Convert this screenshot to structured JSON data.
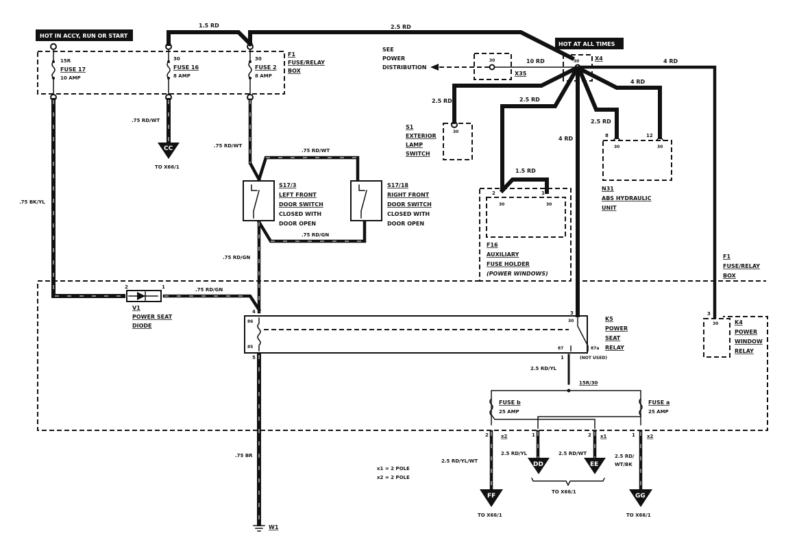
{
  "banners": {
    "hot_accy": "HOT IN ACCY, RUN OR START",
    "hot_all_times": "HOT AT ALL TIMES"
  },
  "fuse_box": {
    "id": "F1",
    "name_line1": "FUSE/RELAY",
    "name_line2": "BOX",
    "fuse17": {
      "terminal": "15R",
      "name": "FUSE 17",
      "rating": "10 AMP"
    },
    "fuse16": {
      "terminal": "30",
      "name": "FUSE 16",
      "rating": "8 AMP"
    },
    "fuse2": {
      "terminal": "30",
      "name": "FUSE 2",
      "rating": "8 AMP"
    }
  },
  "wires": {
    "top_1_5": "1.5 RD",
    "top_2_5": "2.5 RD",
    "x35_10": "10 RD",
    "right_4_top": "4 RD",
    "abs_4": "4 RD",
    "s1_2_5": "2.5 RD",
    "f16_2_5": "2.5 RD",
    "relay_4": "4 RD",
    "abs_2_5": "2.5 RD",
    "f16_1_5": "1.5 RD",
    "cc_wire": ".75 RD/WT",
    "fuse2_down": ".75 RD/WT",
    "switch_top": ".75 RD/WT",
    "switch_bottom": ".75 RD/GN",
    "left_bk_yl": ".75 BK/YL",
    "switch_down": ".75 RD/GN",
    "diode_out": ".75 RD/GN",
    "ground": ".75 BR",
    "relay_out": "2.5 RD/YL",
    "ff_wire": "2.5 RD/YL/WT",
    "dd_wire": "2.5 RD/YL",
    "ee_wire": "2.5 RD/WT",
    "gg_wire_1": "2.5 RD/",
    "gg_wire_2": "WT/BK"
  },
  "power_dist": {
    "line1": "SEE",
    "line2": "POWER",
    "line3": "DISTRIBUTION",
    "x35_label": "X35",
    "x35_terminal": "30",
    "x4_label": "X4",
    "x4_terminal": "30"
  },
  "components": {
    "s1": {
      "id": "S1",
      "lines": [
        "EXTERIOR",
        "LAMP",
        "SWITCH"
      ],
      "terminal": "30"
    },
    "n31": {
      "id": "N31",
      "lines": [
        "ABS HYDRAULIC",
        "UNIT"
      ],
      "pin_a": "8",
      "pin_b": "12",
      "term_a": "30",
      "term_b": "30"
    },
    "f16": {
      "id": "F16",
      "lines": [
        "AUXILIARY",
        "FUSE HOLDER",
        "(POWER WINDOWS)"
      ],
      "pin_a": "2",
      "pin_b": "1",
      "term_a": "30",
      "term_b": "30"
    },
    "s17_3": {
      "id": "S17/3",
      "lines": [
        "LEFT FRONT",
        "DOOR SWITCH",
        "CLOSED WITH",
        "DOOR OPEN"
      ]
    },
    "s17_18": {
      "id": "S17/18",
      "lines": [
        "RIGHT FRONT",
        "DOOR SWITCH",
        "CLOSED WITH",
        "DOOR OPEN"
      ]
    },
    "v1": {
      "id": "V1",
      "lines": [
        "POWER SEAT",
        "DIODE"
      ],
      "pin_left": "2",
      "pin_right": "1"
    },
    "k5": {
      "id": "K5",
      "lines": [
        "POWER",
        "SEAT",
        "RELAY"
      ],
      "pin_86": "86",
      "pin_85": "85",
      "pin_30": "30",
      "pin_87": "87",
      "pin_87a": "87a",
      "pos4": "4",
      "pos5": "5",
      "pos3": "3",
      "pos1": "1",
      "not_used": "(NOT USED)"
    },
    "f1_right": {
      "id": "F1",
      "lines": [
        "FUSE/RELAY",
        "BOX"
      ]
    },
    "k4": {
      "id": "K4",
      "lines": [
        "POWER",
        "WINDOW",
        "RELAY"
      ],
      "pin": "3",
      "terminal": "30"
    }
  },
  "fuses_lower": {
    "junction": "15R/30",
    "fuse_b": {
      "name": "FUSE b",
      "rating": "25 AMP"
    },
    "fuse_a": {
      "name": "FUSE a",
      "rating": "25 AMP"
    }
  },
  "connectors": {
    "cc": {
      "code": "CC",
      "dest": "TO X66/1"
    },
    "ff": {
      "code": "FF",
      "dest": "TO X66/1",
      "pin": "2",
      "conn": "x2"
    },
    "dd": {
      "code": "DD",
      "pin": "1"
    },
    "ee": {
      "code": "EE",
      "pin": "2",
      "conn": "x1"
    },
    "dd_ee_dest": "TO X66/1",
    "gg": {
      "code": "GG",
      "dest": "TO X66/1",
      "pin": "1",
      "conn": "x2"
    },
    "ground": "W1"
  },
  "legend": {
    "line1": "x1 = 2 POLE",
    "line2": "x2 = 2 POLE"
  }
}
